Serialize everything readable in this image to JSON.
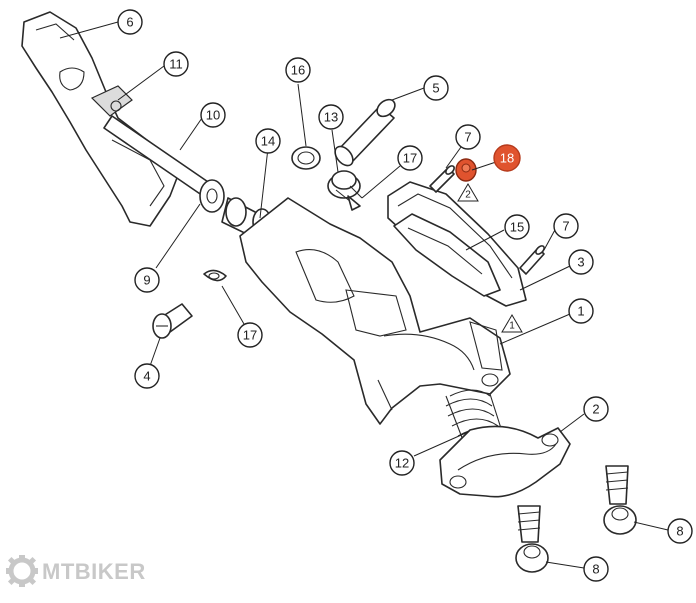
{
  "callouts": [
    "6",
    "11",
    "10",
    "14",
    "16",
    "13",
    "5",
    "17",
    "7",
    "18",
    "15",
    "7",
    "3",
    "9",
    "17",
    "4",
    "1",
    "2",
    "12",
    "8",
    "8"
  ],
  "warnings": [
    "2",
    "1"
  ],
  "highlight_color": "#e0532e",
  "logo": {
    "text": "MTBIKER",
    "icon": "gear-icon"
  }
}
